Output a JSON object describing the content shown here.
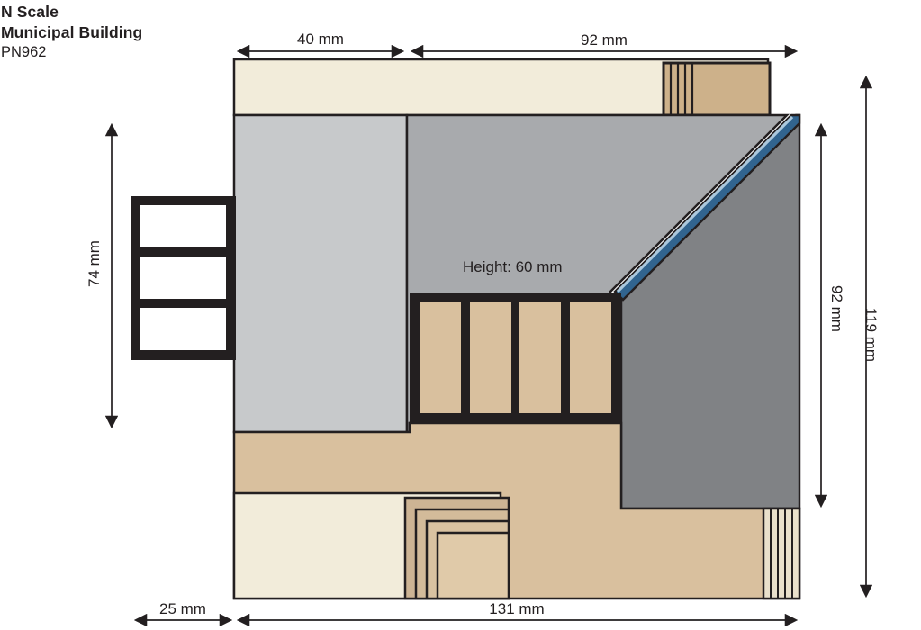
{
  "header": {
    "scale": "N Scale",
    "product": "Municipal Building",
    "part_number": "PN962"
  },
  "dimensions": {
    "top_left_width": "40 mm",
    "top_right_width": "92 mm",
    "left_height": "74 mm",
    "right_inner_height": "92 mm",
    "right_total_height": "119 mm",
    "bottom_left_width": "25 mm",
    "bottom_total_width": "131 mm",
    "building_height": "Height: 60 mm"
  },
  "colors": {
    "outline": "#231f20",
    "cream": "#f2ecda",
    "light_gray": "#c7c9cb",
    "medium_gray": "#a8aaad",
    "dark_gray": "#808285",
    "tan": "#d9c09e",
    "tan_dark": "#cdb18a",
    "pane_white": "#ffffff",
    "roof_blue": "#31648f",
    "roof_blue_light": "#abc8dd",
    "step_1": "#cdb494",
    "step_2": "#d3bb9a",
    "step_3": "#d9c2a1",
    "step_4": "#e0caa9",
    "stair_block_cream": "#e9e0cb"
  }
}
